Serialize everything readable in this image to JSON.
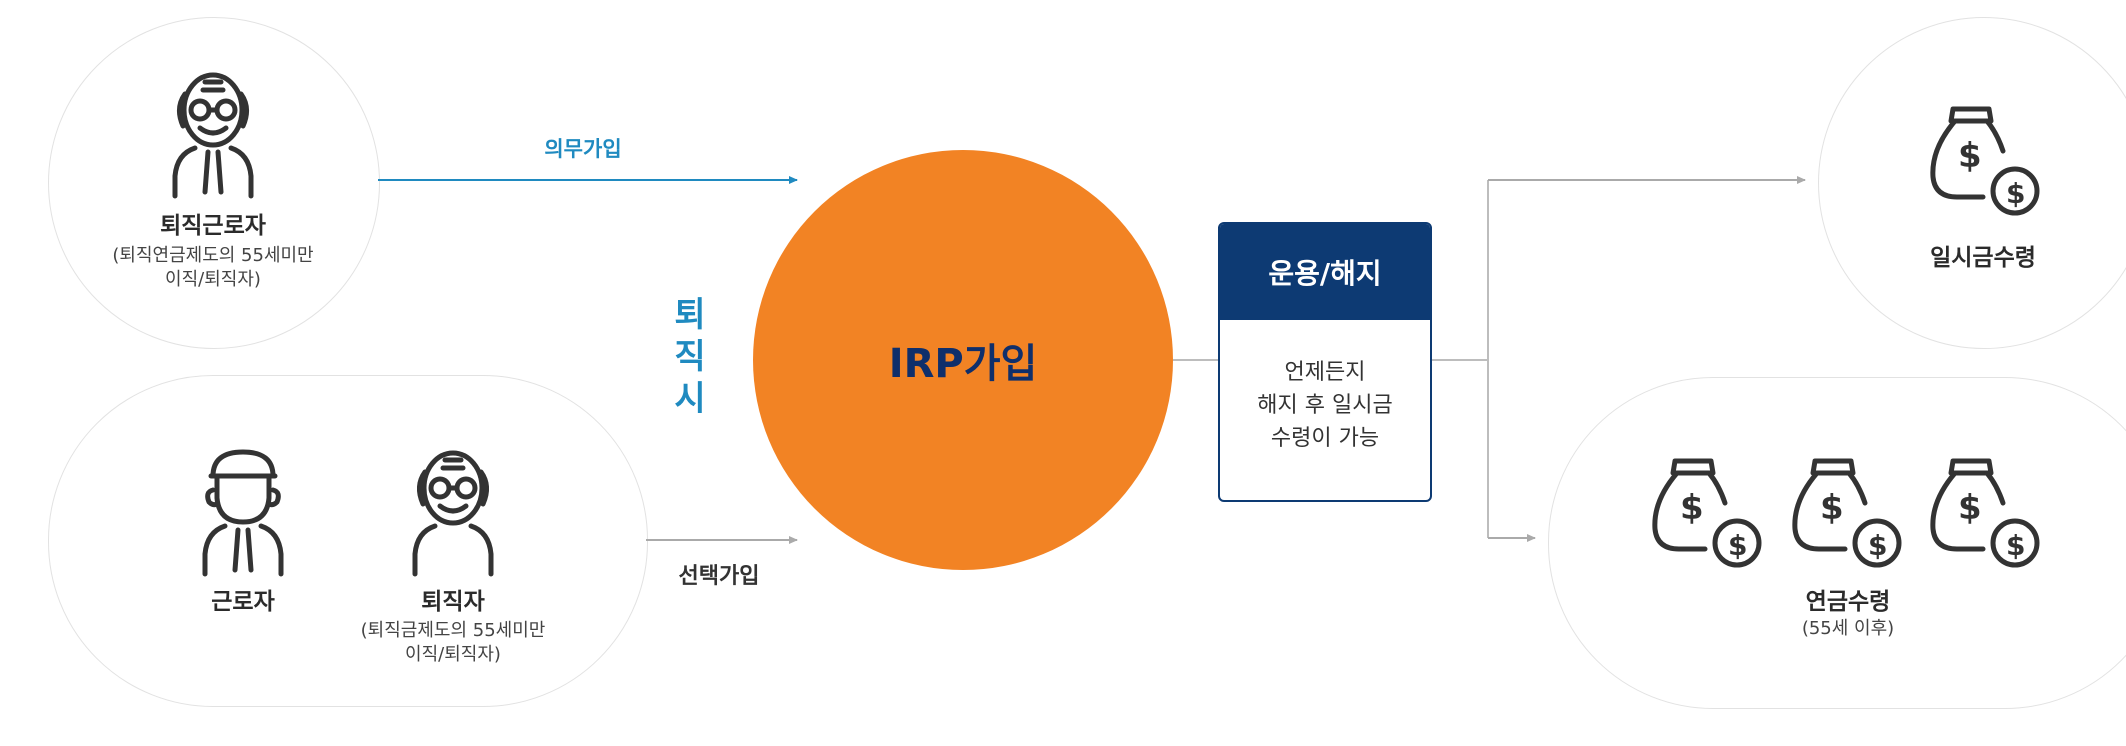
{
  "colors": {
    "accent_orange": "#f28324",
    "navy": "#0d3a73",
    "teal": "#1f8ac0",
    "icon": "#333333",
    "line_gray": "#bdbdbd"
  },
  "top_left": {
    "title": "퇴직근로자",
    "desc_line1": "(퇴직연금제도의 55세미만",
    "desc_line2": "이직/퇴직자)"
  },
  "bottom_left": {
    "worker_label": "근로자",
    "retiree_label": "퇴직자",
    "desc_line1": "(퇴직금제도의 55세미만",
    "desc_line2": "이직/퇴직자)"
  },
  "flow": {
    "mandatory": "의무가입",
    "optional": "선택가입",
    "on_retire": [
      "퇴",
      "직",
      "시"
    ]
  },
  "center": {
    "title": "IRP가입"
  },
  "manage_box": {
    "header": "운용/해지",
    "lines": [
      "언제든지",
      "해지 후 일시금",
      "수령이 가능"
    ]
  },
  "right_top": {
    "title": "일시금수령"
  },
  "right_bottom": {
    "title": "연금수령",
    "desc": "(55세 이후)"
  }
}
